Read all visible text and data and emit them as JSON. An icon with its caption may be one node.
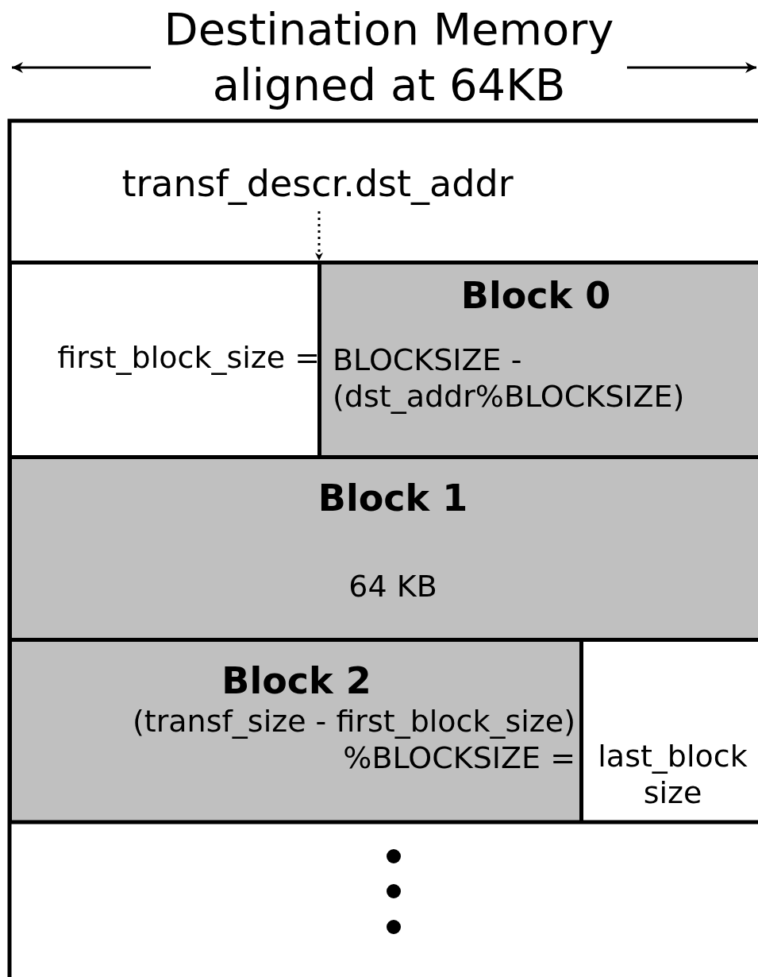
{
  "diagram": {
    "title": "Destination Memory aligned at 64KB",
    "nodes": [
      {
        "text": [
          "transf_descr.dst_addr"
        ]
      },
      {
        "text": [
          "first_block_size ="
        ]
      },
      {
        "text": [
          "Block 0",
          "BLOCKSIZE - (dst_addr%BLOCKSIZE)"
        ]
      },
      {
        "text": [
          "Block 1",
          "64 KB"
        ]
      },
      {
        "text": [
          "Block 2",
          "(transf_size - first_block_size) %BLOCKSIZE ="
        ]
      },
      {
        "text": [
          "last_block size"
        ]
      }
    ],
    "edges": [
      {
        "from": 0,
        "to": 2,
        "arrow": "to",
        "style": "dashed"
      }
    ]
  }
}
